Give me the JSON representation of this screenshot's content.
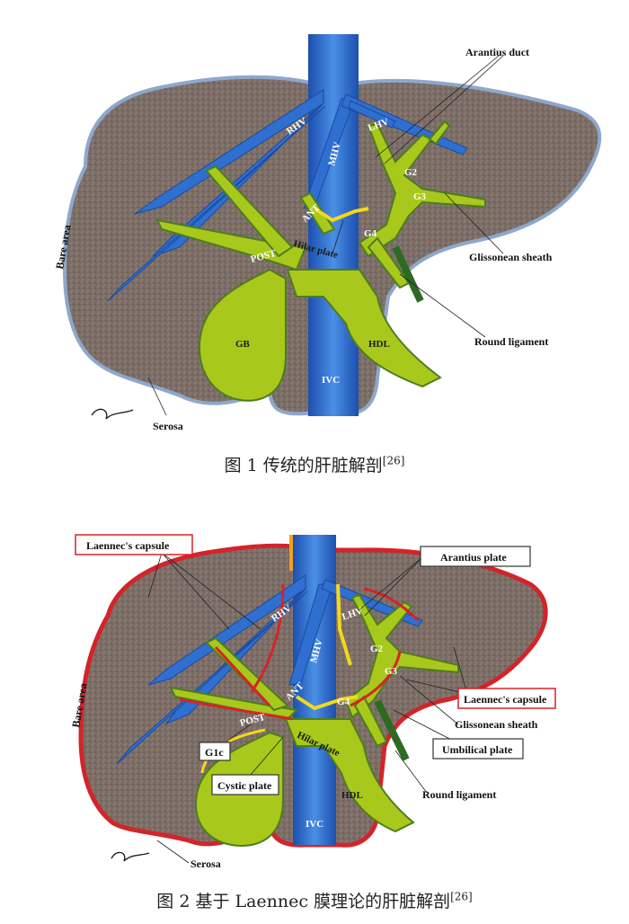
{
  "figure1": {
    "labels": {
      "arantius_duct": "Arantius duct",
      "rhv": "RHV",
      "mhv": "MHV",
      "lhv": "LHV",
      "g2": "G2",
      "g3": "G3",
      "g4": "G4",
      "ant": "ANT",
      "post": "POST",
      "hilar_plate": "Hilar plate",
      "glissonean_sheath": "Glissonean sheath",
      "round_ligament": "Round ligament",
      "bare_area": "Bare area",
      "gb": "GB",
      "hdl": "HDL",
      "ivc": "IVC",
      "serosa": "Serosa"
    },
    "caption": {
      "text": "图 1   传统的肝脏解剖",
      "ref": "[26]"
    }
  },
  "figure2": {
    "labels": {
      "laennec_capsule_top": "Laennec's capsule",
      "arantius_plate": "Arantius plate",
      "rhv": "RHV",
      "mhv": "MHV",
      "lhv": "LHV",
      "g2": "G2",
      "g3": "G3",
      "g4": "G4",
      "ant": "ANT",
      "post": "POST",
      "hilar_plate": "Hilar plate",
      "laennec_capsule_right": "Laennec's capsule",
      "glissonean_sheath": "Glissonean sheath",
      "umbilical_plate": "Umbilical plate",
      "round_ligament": "Round ligament",
      "bare_area": "Bare area",
      "g1c": "G1c",
      "cystic_plate": "Cystic plate",
      "hdl": "HDL",
      "ivc": "IVC",
      "serosa": "Serosa"
    },
    "caption": {
      "text": "图 2   基于 Laennec 膜理论的肝脏解剖",
      "ref": "[26]"
    }
  },
  "colors": {
    "liver": "#7b6d66",
    "serosa": "#8ea7cc",
    "vein": "#2f6fd0",
    "glisson": "#a8c81c",
    "glisson_edge": "#4e7d1e",
    "plate": "#f2d81c",
    "capsule": "#d3242a"
  }
}
